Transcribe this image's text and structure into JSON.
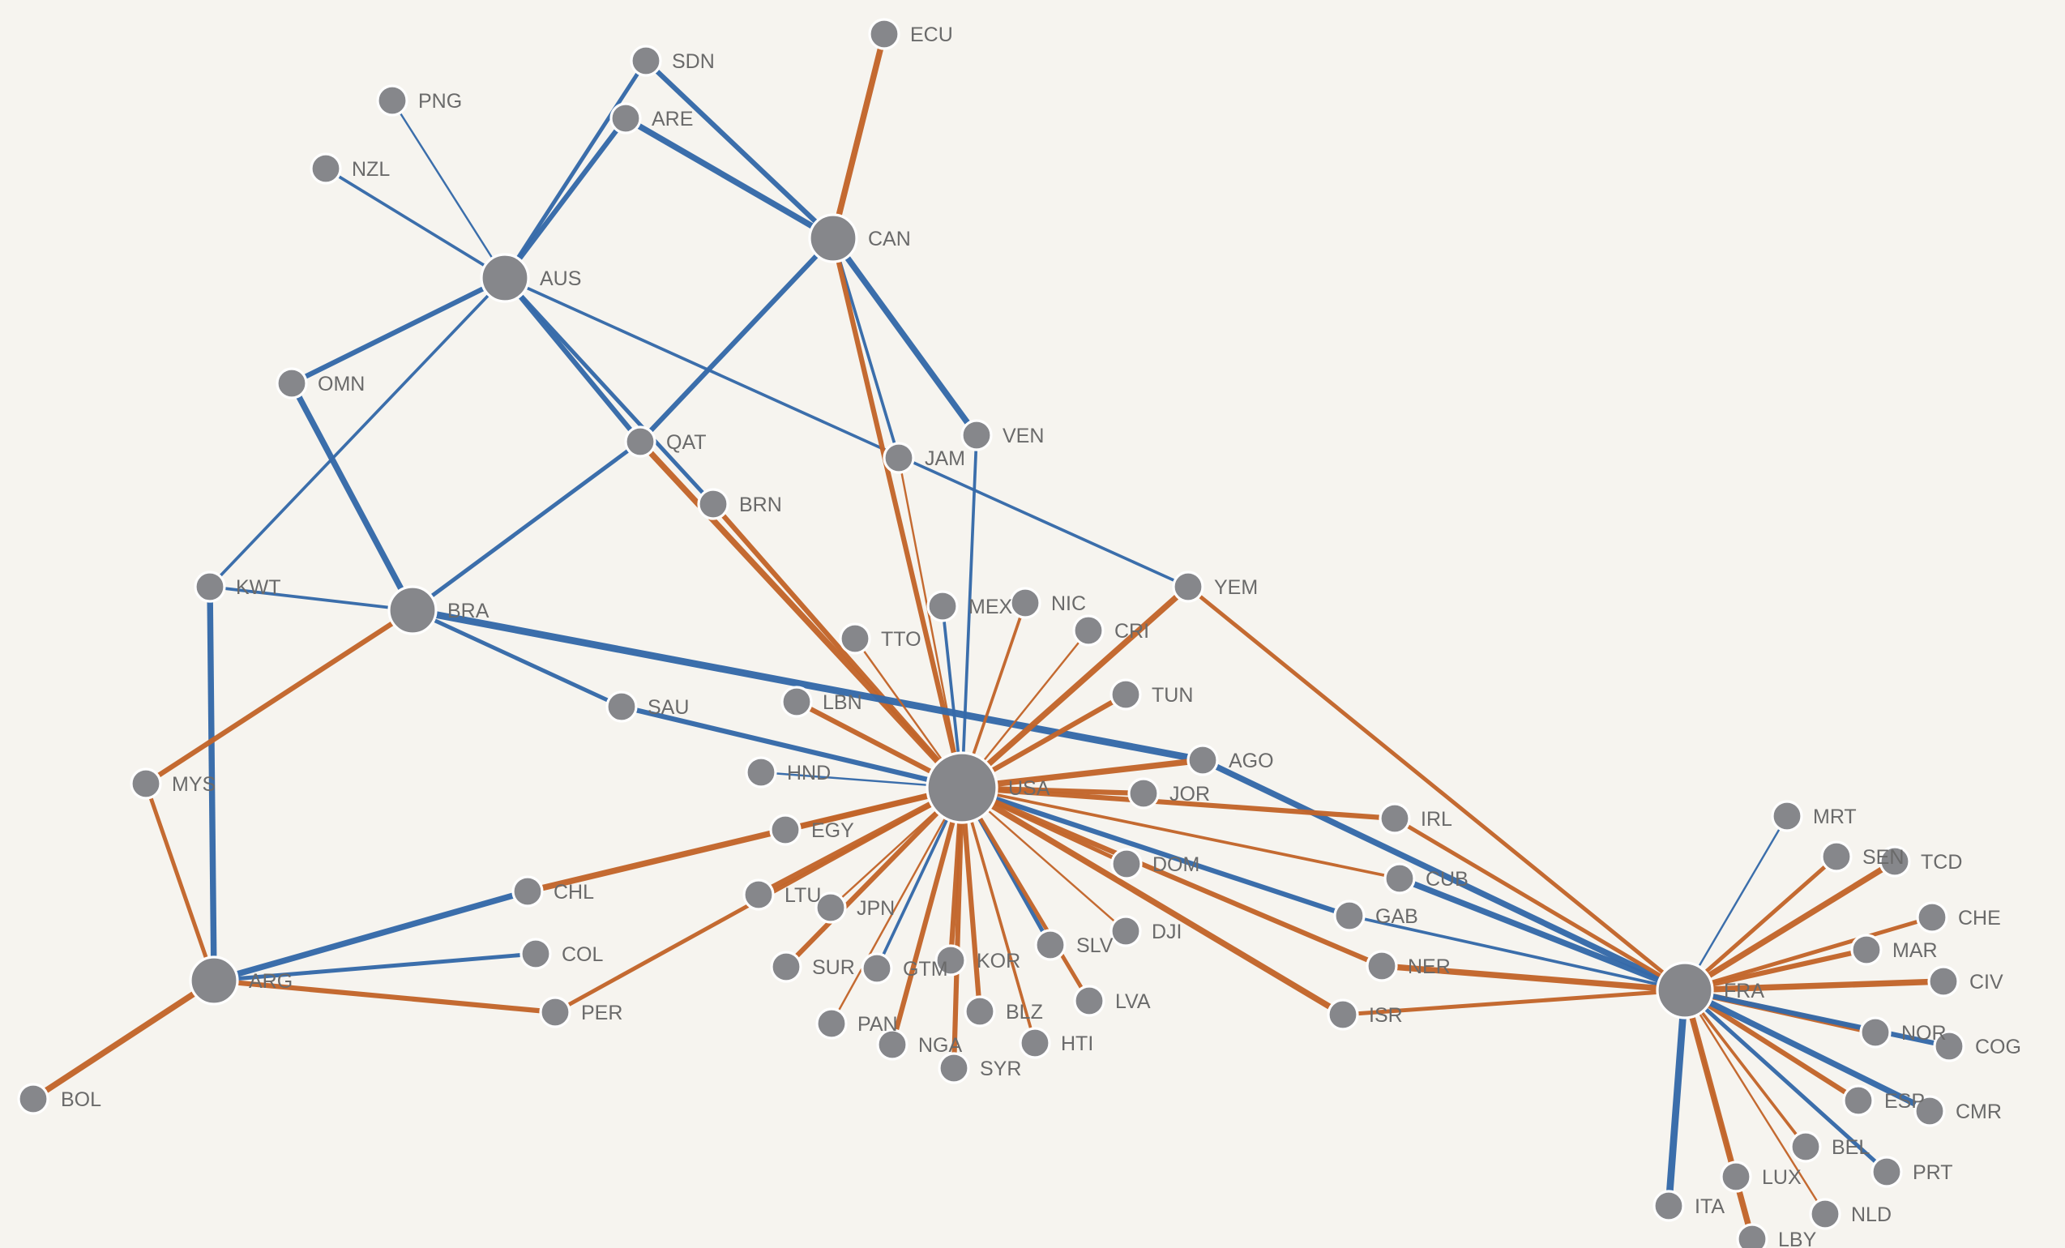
{
  "network": {
    "colors": {
      "blue": "#3569a8",
      "orange": "#c2652a",
      "node_fill": "#86878b",
      "node_stroke": "#ffffff",
      "label": "#6a6a6a",
      "background": "#f6f4ef"
    },
    "nodes": [
      {
        "id": "ECU",
        "label": "ECU",
        "degree": 1
      },
      {
        "id": "SDN",
        "label": "SDN",
        "degree": 2
      },
      {
        "id": "PNG",
        "label": "PNG",
        "degree": 1
      },
      {
        "id": "ARE",
        "label": "ARE",
        "degree": 2
      },
      {
        "id": "NZL",
        "label": "NZL",
        "degree": 1
      },
      {
        "id": "CAN",
        "label": "CAN",
        "degree": 8
      },
      {
        "id": "AUS",
        "label": "AUS",
        "degree": 9
      },
      {
        "id": "OMN",
        "label": "OMN",
        "degree": 2
      },
      {
        "id": "VEN",
        "label": "VEN",
        "degree": 2
      },
      {
        "id": "QAT",
        "label": "QAT",
        "degree": 4
      },
      {
        "id": "JAM",
        "label": "JAM",
        "degree": 3
      },
      {
        "id": "BRN",
        "label": "BRN",
        "degree": 2
      },
      {
        "id": "KWT",
        "label": "KWT",
        "degree": 3
      },
      {
        "id": "YEM",
        "label": "YEM",
        "degree": 3
      },
      {
        "id": "BRA",
        "label": "BRA",
        "degree": 8
      },
      {
        "id": "MEX",
        "label": "MEX",
        "degree": 1
      },
      {
        "id": "NIC",
        "label": "NIC",
        "degree": 1
      },
      {
        "id": "CRI",
        "label": "CRI",
        "degree": 1
      },
      {
        "id": "TTO",
        "label": "TTO",
        "degree": 1
      },
      {
        "id": "TUN",
        "label": "TUN",
        "degree": 1
      },
      {
        "id": "LBN",
        "label": "LBN",
        "degree": 1
      },
      {
        "id": "SAU",
        "label": "SAU",
        "degree": 2
      },
      {
        "id": "AGO",
        "label": "AGO",
        "degree": 2
      },
      {
        "id": "MYS",
        "label": "MYS",
        "degree": 2
      },
      {
        "id": "HND",
        "label": "HND",
        "degree": 1
      },
      {
        "id": "USA",
        "label": "USA",
        "degree": 40
      },
      {
        "id": "JOR",
        "label": "JOR",
        "degree": 1
      },
      {
        "id": "IRL",
        "label": "IRL",
        "degree": 2
      },
      {
        "id": "MRT",
        "label": "MRT",
        "degree": 1
      },
      {
        "id": "EGY",
        "label": "EGY",
        "degree": 1
      },
      {
        "id": "SEN",
        "label": "SEN",
        "degree": 1
      },
      {
        "id": "TCD",
        "label": "TCD",
        "degree": 1
      },
      {
        "id": "DOM",
        "label": "DOM",
        "degree": 1
      },
      {
        "id": "CUB",
        "label": "CUB",
        "degree": 2
      },
      {
        "id": "CHL",
        "label": "CHL",
        "degree": 2
      },
      {
        "id": "LTU",
        "label": "LTU",
        "degree": 1
      },
      {
        "id": "JPN",
        "label": "JPN",
        "degree": 1
      },
      {
        "id": "GAB",
        "label": "GAB",
        "degree": 2
      },
      {
        "id": "CHE",
        "label": "CHE",
        "degree": 1
      },
      {
        "id": "DJI",
        "label": "DJI",
        "degree": 1
      },
      {
        "id": "COL",
        "label": "COL",
        "degree": 1
      },
      {
        "id": "SLV",
        "label": "SLV",
        "degree": 1
      },
      {
        "id": "MAR",
        "label": "MAR",
        "degree": 1
      },
      {
        "id": "KOR",
        "label": "KOR",
        "degree": 1
      },
      {
        "id": "SUR",
        "label": "SUR",
        "degree": 1
      },
      {
        "id": "GTM",
        "label": "GTM",
        "degree": 1
      },
      {
        "id": "NER",
        "label": "NER",
        "degree": 2
      },
      {
        "id": "CIV",
        "label": "CIV",
        "degree": 1
      },
      {
        "id": "ARG",
        "label": "ARG",
        "degree": 5
      },
      {
        "id": "FRA",
        "label": "FRA",
        "degree": 22
      },
      {
        "id": "LVA",
        "label": "LVA",
        "degree": 1
      },
      {
        "id": "BLZ",
        "label": "BLZ",
        "degree": 1
      },
      {
        "id": "PER",
        "label": "PER",
        "degree": 1
      },
      {
        "id": "ISR",
        "label": "ISR",
        "degree": 2
      },
      {
        "id": "PAN",
        "label": "PAN",
        "degree": 1
      },
      {
        "id": "NOR",
        "label": "NOR",
        "degree": 1
      },
      {
        "id": "HTI",
        "label": "HTI",
        "degree": 1
      },
      {
        "id": "NGA",
        "label": "NGA",
        "degree": 1
      },
      {
        "id": "COG",
        "label": "COG",
        "degree": 1
      },
      {
        "id": "SYR",
        "label": "SYR",
        "degree": 1
      },
      {
        "id": "ESP",
        "label": "ESP",
        "degree": 1
      },
      {
        "id": "CMR",
        "label": "CMR",
        "degree": 1
      },
      {
        "id": "BOL",
        "label": "BOL",
        "degree": 1
      },
      {
        "id": "BEL",
        "label": "BEL",
        "degree": 1
      },
      {
        "id": "PRT",
        "label": "PRT",
        "degree": 1
      },
      {
        "id": "LUX",
        "label": "LUX",
        "degree": 1
      },
      {
        "id": "NLD",
        "label": "NLD",
        "degree": 1
      },
      {
        "id": "ITA",
        "label": "ITA",
        "degree": 1
      },
      {
        "id": "LBY",
        "label": "LBY",
        "degree": 1
      }
    ],
    "edges": [
      {
        "source": "ECU",
        "target": "CAN",
        "color": "orange",
        "weight": 5
      },
      {
        "source": "SDN",
        "target": "CAN",
        "color": "blue",
        "weight": 4
      },
      {
        "source": "SDN",
        "target": "AUS",
        "color": "blue",
        "weight": 3
      },
      {
        "source": "ARE",
        "target": "CAN",
        "color": "blue",
        "weight": 5
      },
      {
        "source": "ARE",
        "target": "AUS",
        "color": "blue",
        "weight": 4
      },
      {
        "source": "PNG",
        "target": "AUS",
        "color": "blue",
        "weight": 1
      },
      {
        "source": "NZL",
        "target": "AUS",
        "color": "blue",
        "weight": 2
      },
      {
        "source": "AUS",
        "target": "OMN",
        "color": "blue",
        "weight": 4
      },
      {
        "source": "AUS",
        "target": "KWT",
        "color": "blue",
        "weight": 2
      },
      {
        "source": "AUS",
        "target": "QAT",
        "color": "blue",
        "weight": 4
      },
      {
        "source": "AUS",
        "target": "BRN",
        "color": "blue",
        "weight": 3
      },
      {
        "source": "AUS",
        "target": "YEM",
        "color": "blue",
        "weight": 2
      },
      {
        "source": "CAN",
        "target": "QAT",
        "color": "blue",
        "weight": 4
      },
      {
        "source": "CAN",
        "target": "VEN",
        "color": "blue",
        "weight": 5
      },
      {
        "source": "CAN",
        "target": "JAM",
        "color": "blue",
        "weight": 2
      },
      {
        "source": "CAN",
        "target": "USA",
        "color": "orange",
        "weight": 4
      },
      {
        "source": "OMN",
        "target": "BRA",
        "color": "blue",
        "weight": 5
      },
      {
        "source": "QAT",
        "target": "BRA",
        "color": "blue",
        "weight": 3
      },
      {
        "source": "QAT",
        "target": "USA",
        "color": "orange",
        "weight": 5
      },
      {
        "source": "BRN",
        "target": "USA",
        "color": "orange",
        "weight": 4
      },
      {
        "source": "JAM",
        "target": "USA",
        "color": "orange",
        "weight": 1
      },
      {
        "source": "VEN",
        "target": "USA",
        "color": "blue",
        "weight": 2
      },
      {
        "source": "KWT",
        "target": "BRA",
        "color": "blue",
        "weight": 2
      },
      {
        "source": "KWT",
        "target": "ARG",
        "color": "blue",
        "weight": 5
      },
      {
        "source": "BRA",
        "target": "MYS",
        "color": "orange",
        "weight": 4
      },
      {
        "source": "BRA",
        "target": "SAU",
        "color": "blue",
        "weight": 3
      },
      {
        "source": "BRA",
        "target": "AGO",
        "color": "blue",
        "weight": 6
      },
      {
        "source": "MYS",
        "target": "ARG",
        "color": "orange",
        "weight": 3
      },
      {
        "source": "YEM",
        "target": "USA",
        "color": "orange",
        "weight": 5
      },
      {
        "source": "YEM",
        "target": "FRA",
        "color": "orange",
        "weight": 3
      },
      {
        "source": "MEX",
        "target": "USA",
        "color": "blue",
        "weight": 2
      },
      {
        "source": "NIC",
        "target": "USA",
        "color": "orange",
        "weight": 2
      },
      {
        "source": "CRI",
        "target": "USA",
        "color": "orange",
        "weight": 1
      },
      {
        "source": "TTO",
        "target": "USA",
        "color": "orange",
        "weight": 1
      },
      {
        "source": "TUN",
        "target": "USA",
        "color": "orange",
        "weight": 4
      },
      {
        "source": "LBN",
        "target": "USA",
        "color": "orange",
        "weight": 4
      },
      {
        "source": "SAU",
        "target": "USA",
        "color": "blue",
        "weight": 4
      },
      {
        "source": "HND",
        "target": "USA",
        "color": "blue",
        "weight": 1
      },
      {
        "source": "AGO",
        "target": "USA",
        "color": "orange",
        "weight": 5
      },
      {
        "source": "AGO",
        "target": "FRA",
        "color": "blue",
        "weight": 5
      },
      {
        "source": "JOR",
        "target": "USA",
        "color": "orange",
        "weight": 4
      },
      {
        "source": "IRL",
        "target": "USA",
        "color": "orange",
        "weight": 4
      },
      {
        "source": "IRL",
        "target": "FRA",
        "color": "orange",
        "weight": 3
      },
      {
        "source": "EGY",
        "target": "USA",
        "color": "orange",
        "weight": 4
      },
      {
        "source": "DOM",
        "target": "USA",
        "color": "orange",
        "weight": 3
      },
      {
        "source": "CUB",
        "target": "USA",
        "color": "orange",
        "weight": 2
      },
      {
        "source": "CUB",
        "target": "FRA",
        "color": "blue",
        "weight": 5
      },
      {
        "source": "CHL",
        "target": "USA",
        "color": "orange",
        "weight": 5
      },
      {
        "source": "CHL",
        "target": "ARG",
        "color": "blue",
        "weight": 5
      },
      {
        "source": "LTU",
        "target": "USA",
        "color": "orange",
        "weight": 5
      },
      {
        "source": "JPN",
        "target": "USA",
        "color": "orange",
        "weight": 1
      },
      {
        "source": "GAB",
        "target": "USA",
        "color": "blue",
        "weight": 4
      },
      {
        "source": "GAB",
        "target": "FRA",
        "color": "blue",
        "weight": 2
      },
      {
        "source": "DJI",
        "target": "USA",
        "color": "orange",
        "weight": 1
      },
      {
        "source": "COL",
        "target": "ARG",
        "color": "blue",
        "weight": 3
      },
      {
        "source": "SLV",
        "target": "USA",
        "color": "blue",
        "weight": 3
      },
      {
        "source": "KOR",
        "target": "USA",
        "color": "orange",
        "weight": 4
      },
      {
        "source": "SUR",
        "target": "USA",
        "color": "orange",
        "weight": 4
      },
      {
        "source": "GTM",
        "target": "USA",
        "color": "blue",
        "weight": 2
      },
      {
        "source": "NER",
        "target": "USA",
        "color": "orange",
        "weight": 4
      },
      {
        "source": "NER",
        "target": "FRA",
        "color": "orange",
        "weight": 5
      },
      {
        "source": "ARG",
        "target": "PER",
        "color": "orange",
        "weight": 4
      },
      {
        "source": "ARG",
        "target": "BOL",
        "color": "orange",
        "weight": 5
      },
      {
        "source": "LVA",
        "target": "USA",
        "color": "orange",
        "weight": 3
      },
      {
        "source": "BLZ",
        "target": "USA",
        "color": "orange",
        "weight": 4
      },
      {
        "source": "PER",
        "target": "USA",
        "color": "orange",
        "weight": 3
      },
      {
        "source": "ISR",
        "target": "USA",
        "color": "orange",
        "weight": 5
      },
      {
        "source": "ISR",
        "target": "FRA",
        "color": "orange",
        "weight": 3
      },
      {
        "source": "PAN",
        "target": "USA",
        "color": "orange",
        "weight": 1
      },
      {
        "source": "HTI",
        "target": "USA",
        "color": "orange",
        "weight": 2
      },
      {
        "source": "NGA",
        "target": "USA",
        "color": "orange",
        "weight": 4
      },
      {
        "source": "SYR",
        "target": "USA",
        "color": "orange",
        "weight": 4
      },
      {
        "source": "MRT",
        "target": "FRA",
        "color": "blue",
        "weight": 1
      },
      {
        "source": "SEN",
        "target": "FRA",
        "color": "orange",
        "weight": 3
      },
      {
        "source": "TCD",
        "target": "FRA",
        "color": "orange",
        "weight": 5
      },
      {
        "source": "CHE",
        "target": "FRA",
        "color": "orange",
        "weight": 3
      },
      {
        "source": "MAR",
        "target": "FRA",
        "color": "orange",
        "weight": 4
      },
      {
        "source": "CIV",
        "target": "FRA",
        "color": "orange",
        "weight": 5
      },
      {
        "source": "NOR",
        "target": "FRA",
        "color": "orange",
        "weight": 5
      },
      {
        "source": "COG",
        "target": "FRA",
        "color": "blue",
        "weight": 4
      },
      {
        "source": "ESP",
        "target": "FRA",
        "color": "orange",
        "weight": 4
      },
      {
        "source": "CMR",
        "target": "FRA",
        "color": "blue",
        "weight": 5
      },
      {
        "source": "BEL",
        "target": "FRA",
        "color": "orange",
        "weight": 2
      },
      {
        "source": "PRT",
        "target": "FRA",
        "color": "blue",
        "weight": 3
      },
      {
        "source": "LUX",
        "target": "FRA",
        "color": "orange",
        "weight": 1
      },
      {
        "source": "NLD",
        "target": "FRA",
        "color": "orange",
        "weight": 1
      },
      {
        "source": "ITA",
        "target": "FRA",
        "color": "blue",
        "weight": 6
      },
      {
        "source": "LBY",
        "target": "FRA",
        "color": "orange",
        "weight": 5
      }
    ]
  }
}
